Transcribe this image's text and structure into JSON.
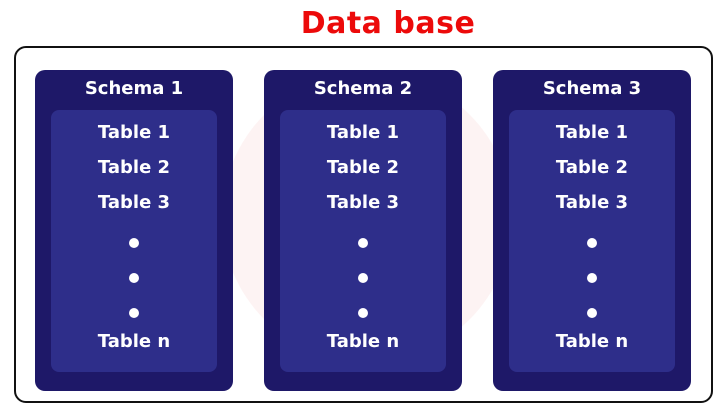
{
  "title": "Data base",
  "schemas": [
    {
      "name": "Schema 1",
      "tables": [
        "Table 1",
        "Table 2",
        "Table 3",
        "Table n"
      ]
    },
    {
      "name": "Schema 2",
      "tables": [
        "Table 1",
        "Table 2",
        "Table 3",
        "Table n"
      ]
    },
    {
      "name": "Schema 3",
      "tables": [
        "Table 1",
        "Table 2",
        "Table 3",
        "Table n"
      ]
    }
  ],
  "colors": {
    "title": "#ec0a0a",
    "schema": "#1e1868",
    "tables": "#2e2e8a"
  }
}
